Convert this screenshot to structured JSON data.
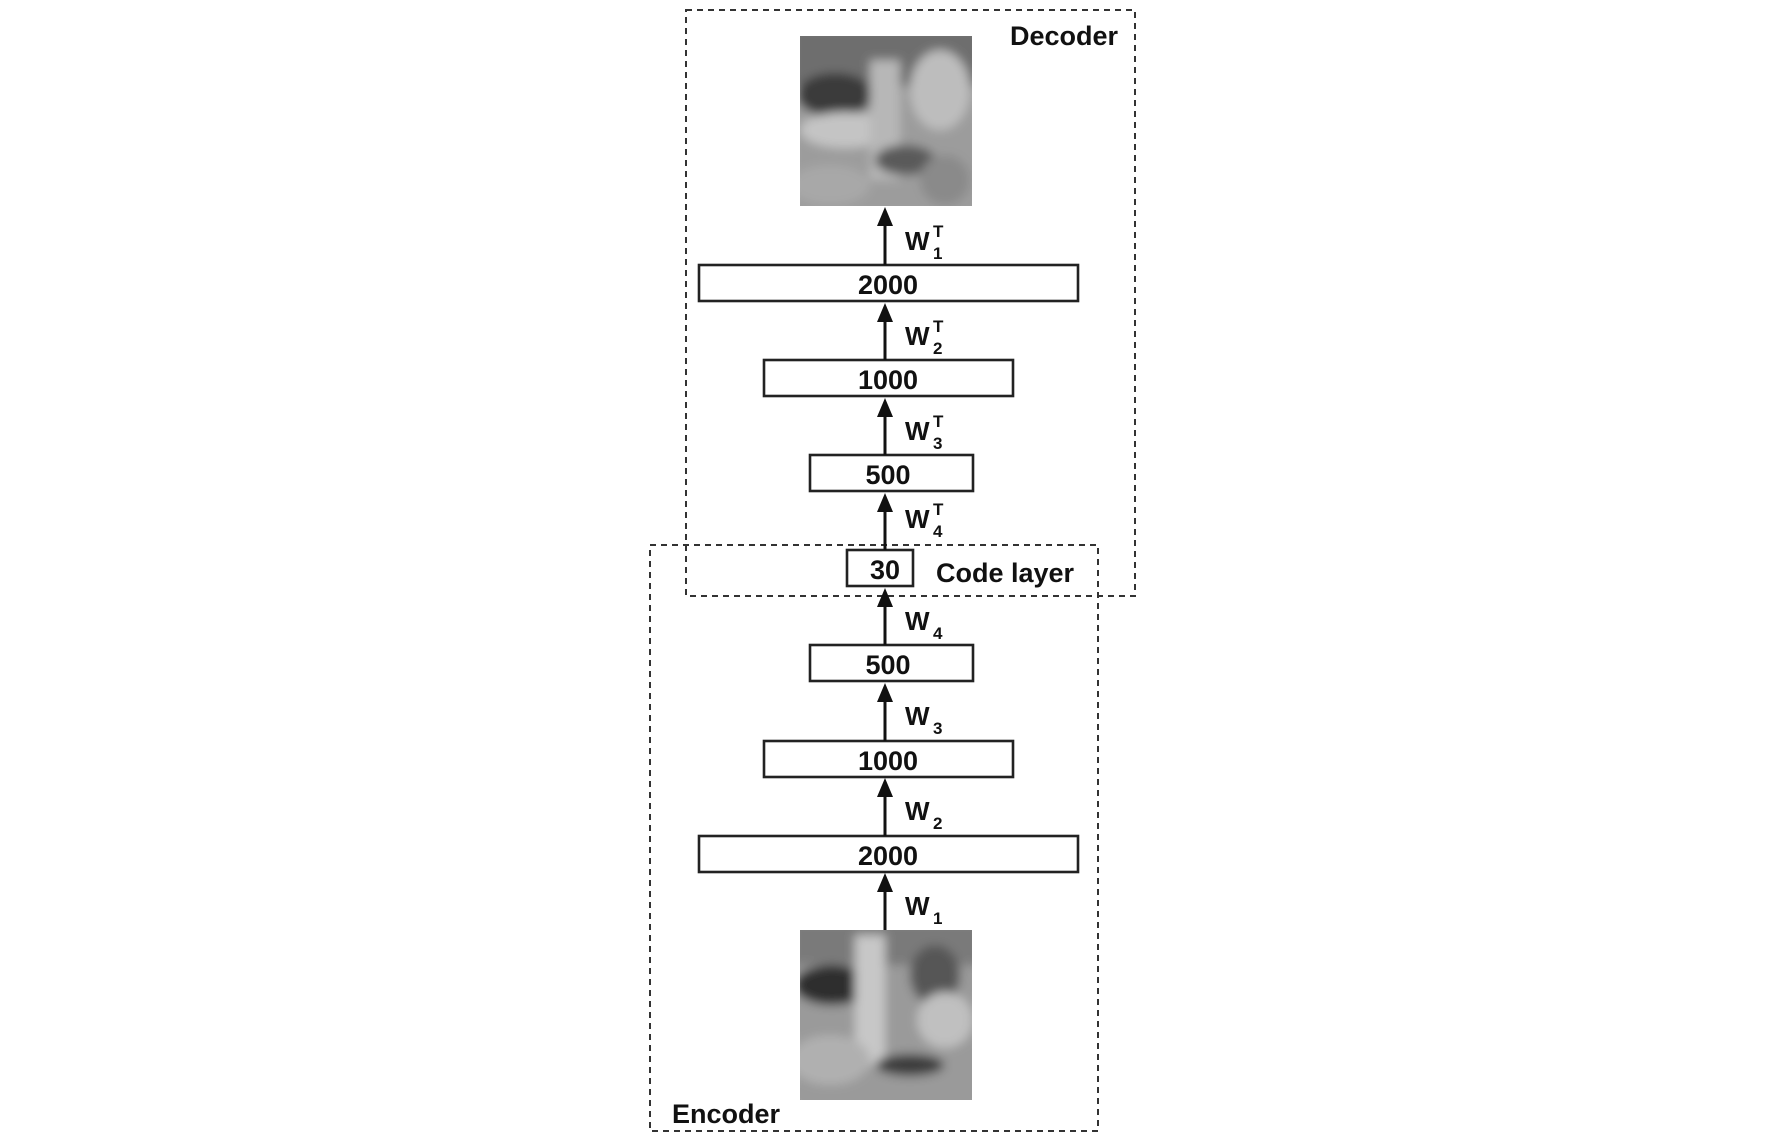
{
  "decoder_label": "Decoder",
  "encoder_label": "Encoder",
  "code_layer_label": "Code layer",
  "decoder_layers": [
    {
      "size": "2000"
    },
    {
      "size": "1000"
    },
    {
      "size": "500"
    }
  ],
  "code_layer": {
    "size": "30"
  },
  "encoder_layers": [
    {
      "size": "500"
    },
    {
      "size": "1000"
    },
    {
      "size": "2000"
    }
  ],
  "decoder_weights": [
    {
      "base": "W",
      "sub": "1",
      "sup": "T"
    },
    {
      "base": "W",
      "sub": "2",
      "sup": "T"
    },
    {
      "base": "W",
      "sub": "3",
      "sup": "T"
    },
    {
      "base": "W",
      "sub": "4",
      "sup": "T"
    }
  ],
  "encoder_weights": [
    {
      "base": "W",
      "sub": "4"
    },
    {
      "base": "W",
      "sub": "3"
    },
    {
      "base": "W",
      "sub": "2"
    },
    {
      "base": "W",
      "sub": "1"
    }
  ]
}
